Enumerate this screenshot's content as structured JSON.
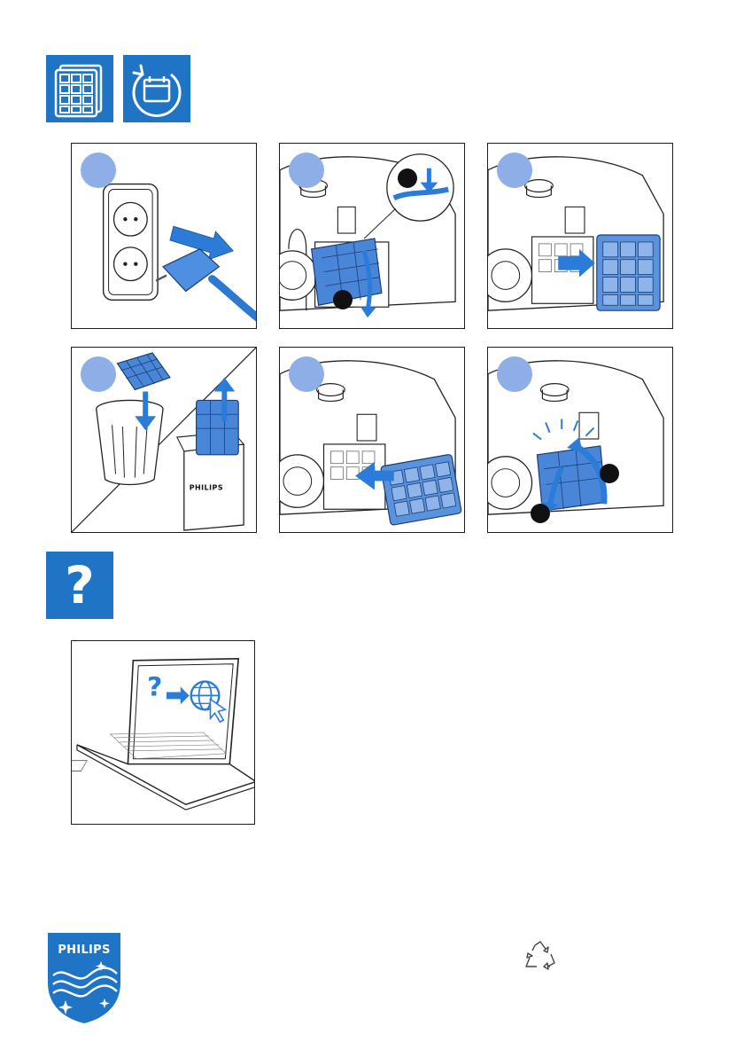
{
  "header_icons": [
    {
      "icon": "filter-grid-icon"
    },
    {
      "icon": "calendar-cycle-icon"
    }
  ],
  "help": {
    "icon": "question-icon",
    "symbol": "?"
  },
  "steps_row1": [
    "unplug-panel",
    "open-filter-door-panel",
    "remove-filter-panel"
  ],
  "steps_row2": [
    "dispose-replace-panel",
    "insert-filter-panel",
    "close-filter-door-panel"
  ],
  "replacement_box": {
    "brand": "PHILIPS"
  },
  "laptop_screen": {
    "symbol": "?"
  },
  "footer": {
    "logo_text": "PHILIPS",
    "recycle_icon": "recycle-icon"
  },
  "colors": {
    "brand_blue": "#1f74c6",
    "step_dot": "#8eaee8",
    "filter_blue": "#3f7ed6",
    "line": "#1e1e1e"
  }
}
